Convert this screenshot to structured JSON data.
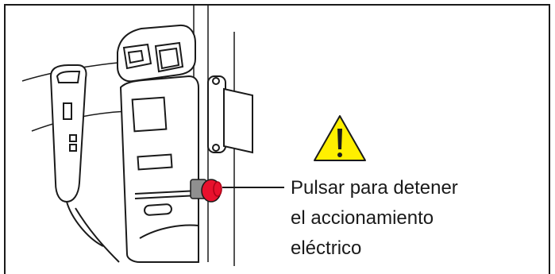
{
  "callout": {
    "lines": [
      "Pulsar para detener",
      "el accionamiento",
      "eléctrico"
    ]
  },
  "colors": {
    "outline": "#1a1a1a",
    "stop_button": "#e8112d",
    "warning_fill": "#ffef00",
    "frame": "#1a1a1a"
  },
  "icons": [
    "warning-triangle-icon",
    "rocker-switch-icon",
    "emergency-stop-button-icon"
  ]
}
